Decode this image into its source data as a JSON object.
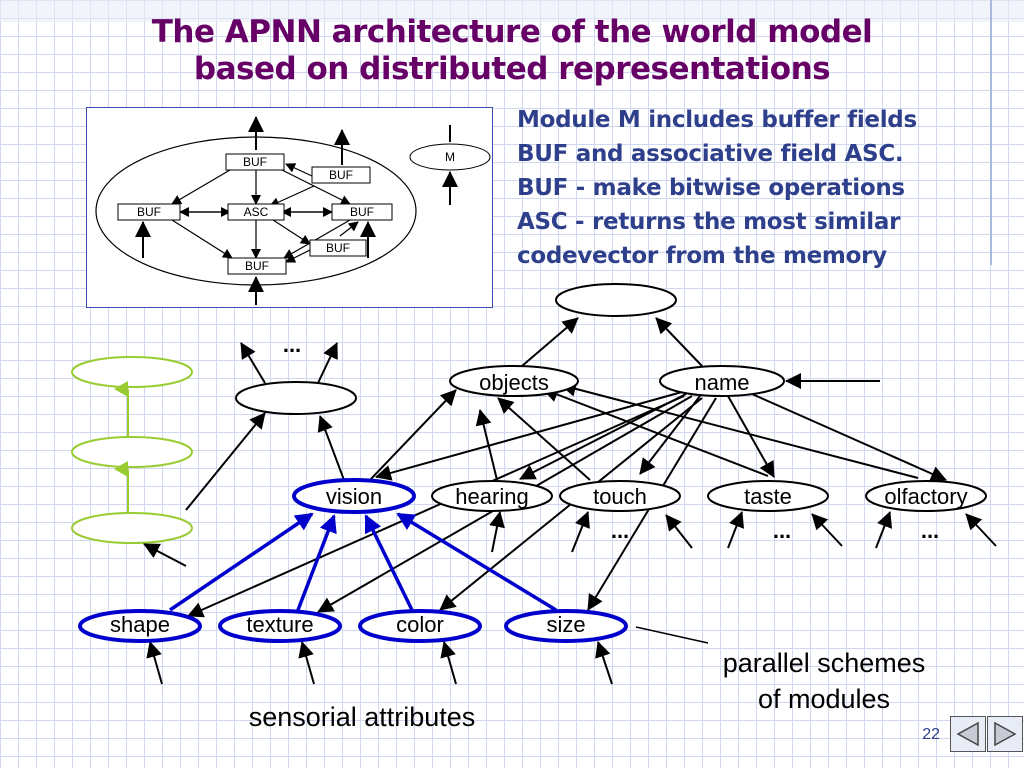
{
  "title": {
    "line1": "The APNN architecture of the world model",
    "line2": "based on distributed representations"
  },
  "description": [
    "Module M includes buffer fields",
    "BUF and associative field ASC.",
    "BUF - make bitwise operations",
    "ASC - returns the most similar",
    "codevector from the memory"
  ],
  "inset": {
    "buf": "BUF",
    "asc": "ASC",
    "m": "M"
  },
  "nodes": {
    "objects": "objects",
    "name": "name",
    "vision": "vision",
    "hearing": "hearing",
    "touch": "touch",
    "taste": "taste",
    "olfactory": "olfactory",
    "shape": "shape",
    "texture": "texture",
    "color": "color",
    "size": "size"
  },
  "ellipsis": "...",
  "labels": {
    "parallel_line1": "parallel schemes",
    "parallel_line2": "of modules",
    "sensorial": "sensorial attributes"
  },
  "page_number": "22",
  "colors": {
    "title": "#660066",
    "description": "#2e3f8c",
    "highlight": "#0000cc",
    "green": "#99cc33",
    "inset_border": "#3b4bb0"
  },
  "nav": {
    "prev_icon": "triangle-left-icon",
    "next_icon": "triangle-right-icon"
  }
}
